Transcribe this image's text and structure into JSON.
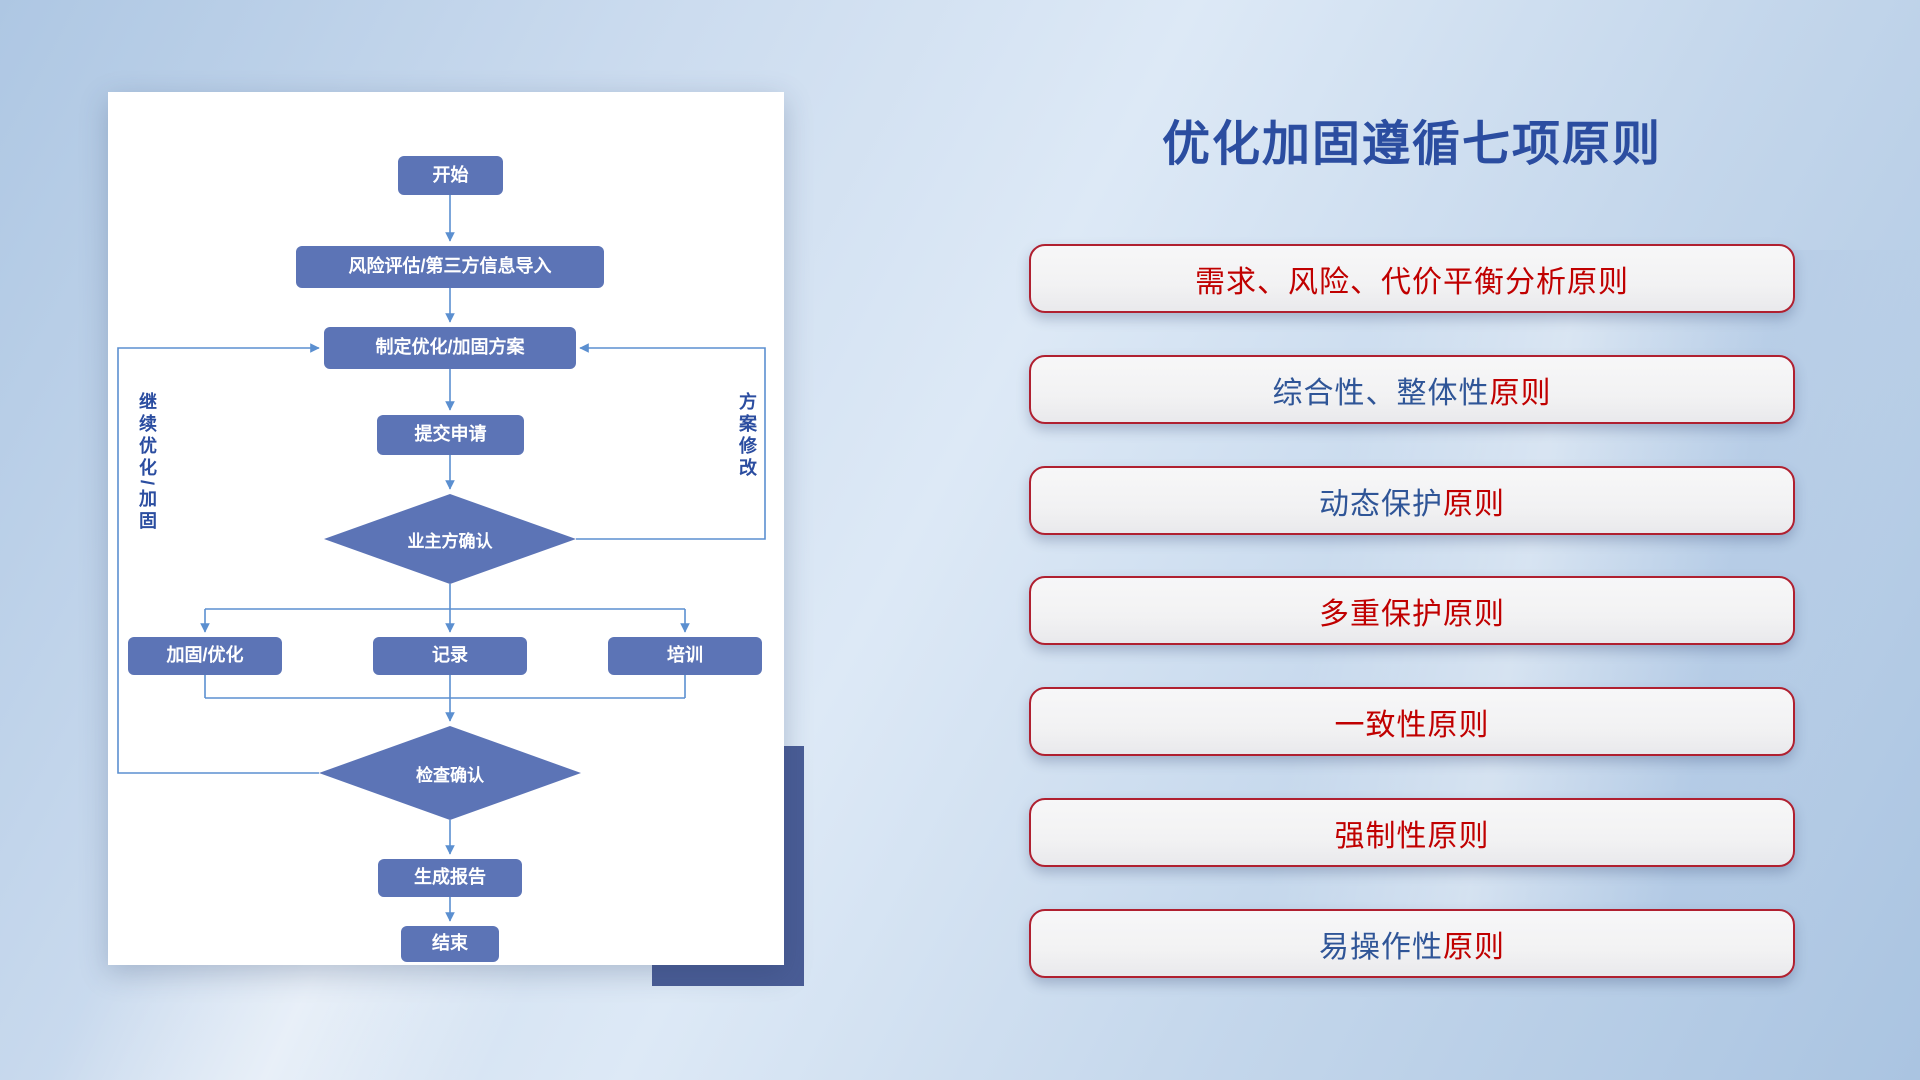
{
  "title": "优化加固遵循七项原则",
  "colors": {
    "red": "#C00000",
    "blue": "#2F5597",
    "title_blue": "#2B4DA0",
    "node_fill": "#5C74B6",
    "line": "#5B8FD0",
    "pill_bg": "#F2F2F3",
    "pill_border": "#B02030",
    "card_shadow_block": "#4A5D96"
  },
  "flowchart": {
    "nodes": {
      "start": {
        "label": "开始"
      },
      "risk_import": {
        "label": "风险评估/第三方信息导入"
      },
      "make_plan": {
        "label": "制定优化/加固方案"
      },
      "submit": {
        "label": "提交申请"
      },
      "owner_confirm": {
        "label": "业主方确认"
      },
      "harden": {
        "label": "加固/优化"
      },
      "record": {
        "label": "记录"
      },
      "training": {
        "label": "培训"
      },
      "check_confirm": {
        "label": "检查确认"
      },
      "report": {
        "label": "生成报告"
      },
      "end": {
        "label": "结束"
      }
    },
    "side_labels": {
      "left": "继续优化/加固",
      "right": "方案修改"
    }
  },
  "principles": [
    {
      "segments": [
        {
          "text": "需求、风险、代价平衡分析原则",
          "color": "red"
        }
      ]
    },
    {
      "segments": [
        {
          "text": "综合性、整体性",
          "color": "blue"
        },
        {
          "text": "原则",
          "color": "red"
        }
      ]
    },
    {
      "segments": [
        {
          "text": "动态保护",
          "color": "blue"
        },
        {
          "text": "原则",
          "color": "red"
        }
      ]
    },
    {
      "segments": [
        {
          "text": "多重保护",
          "color": "red"
        },
        {
          "text": "原则",
          "color": "red"
        }
      ]
    },
    {
      "segments": [
        {
          "text": "一致性",
          "color": "red"
        },
        {
          "text": "原则",
          "color": "red"
        }
      ]
    },
    {
      "segments": [
        {
          "text": "强制性",
          "color": "red"
        },
        {
          "text": "原则",
          "color": "red"
        }
      ]
    },
    {
      "segments": [
        {
          "text": "易操作性",
          "color": "blue"
        },
        {
          "text": "原则",
          "color": "red"
        }
      ]
    }
  ]
}
